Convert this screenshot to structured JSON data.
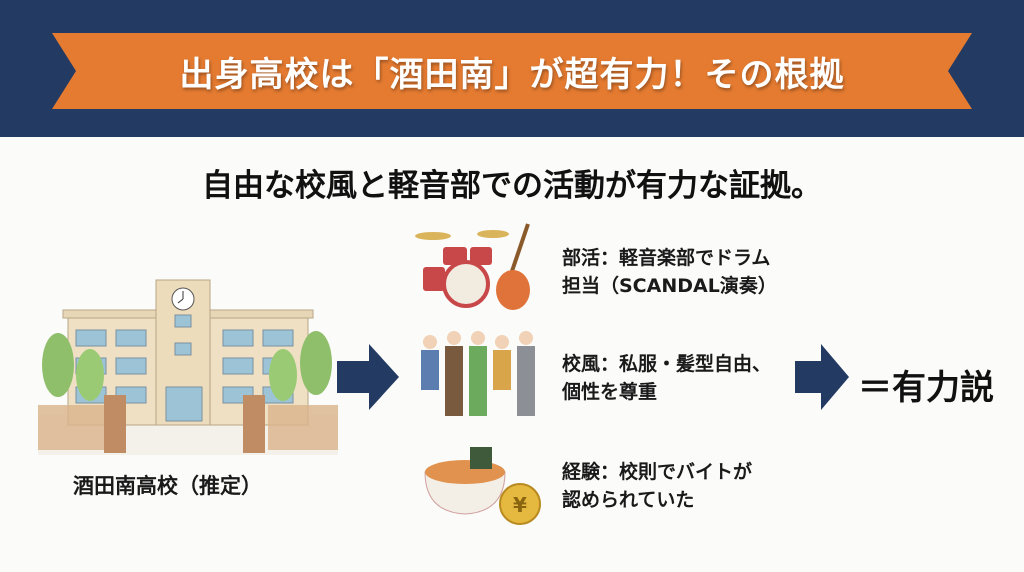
{
  "header": {
    "title": "出身高校は「酒田南」が超有力！その根拠",
    "background_color": "#233a63",
    "ribbon_color": "#e57b31"
  },
  "subtitle": "自由な校風と軽音部での活動が有力な証拠。",
  "school": {
    "icon": "school-building-icon",
    "caption": "酒田南高校（推定）"
  },
  "evidence": [
    {
      "icon": "drums-guitar-icon",
      "line1": "部活：軽音楽部でドラム",
      "line2": "担当（SCANDAL演奏）"
    },
    {
      "icon": "students-icon",
      "line1": "校風：私服・髪型自由、",
      "line2": "個性を尊重"
    },
    {
      "icon": "ramen-yen-icon",
      "line1": "経験：校則でバイトが",
      "line2": "認められていた"
    }
  ],
  "conclusion": "＝有力説",
  "arrow_color": "#233a63"
}
